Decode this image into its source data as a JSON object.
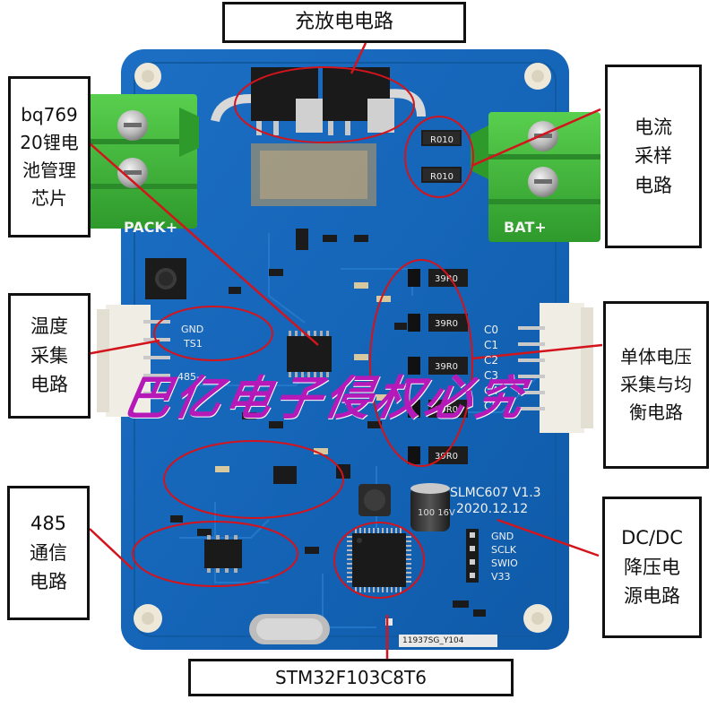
{
  "callouts": {
    "charge_discharge": "充放电电路",
    "bq76920": "bq769\n20锂电\n池管理\n芯片",
    "current_sampling": "电流\n采样\n电路",
    "temperature": "温度\n采集\n电路",
    "cell_voltage": "单体电压\n采集与均\n衡电路",
    "rs485": "485\n通信\n电路",
    "dcdc": "DC/DC\n降压电\n源电路",
    "mcu": "STM32F103C8T6"
  },
  "watermark": "巴亿电子侵权必究",
  "silkscreen": {
    "version": "SLMC607 V1.3",
    "date": "2020.12.12",
    "pack": "PACK+",
    "bat": "BAT+",
    "board_code": "11937SG_Y104",
    "debug_pins": [
      "GND",
      "SCLK",
      "SWIO",
      "V33"
    ],
    "temp_pins": [
      "GND",
      "TS1"
    ],
    "rs485_pins": [
      "485-"
    ],
    "cell_labels": [
      "C0",
      "C1",
      "C2",
      "C3",
      "C4",
      "C5"
    ],
    "shunt_marking": "R010",
    "balance_resistor_marking": "39R0",
    "capacitor_marking": "100 16V"
  },
  "colors": {
    "pcb": "#1565b8",
    "pcb_dark": "#0e4f96",
    "terminal": "#3fb53c",
    "annotation_ellipse": "#d3141c",
    "watermark": "#b51ab9"
  }
}
